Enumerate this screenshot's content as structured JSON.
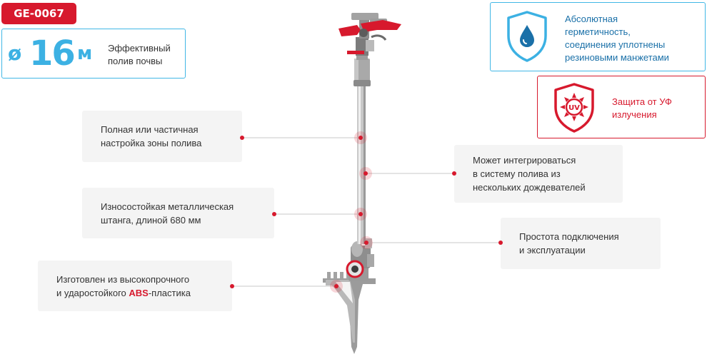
{
  "badge": {
    "model": "GE-0067"
  },
  "radius": {
    "symbol": "ø",
    "value": "16",
    "unit": "м",
    "desc_line1": "Эффективный",
    "desc_line2": "полив почвы"
  },
  "features": {
    "sealing": {
      "icon": "water-drop-shield-icon",
      "line1": "Абсолютная",
      "line2": "герметичность,",
      "line3": "соединения уплотнены",
      "line4": "резиновыми манжетами"
    },
    "uv": {
      "icon": "uv-sun-shield-icon",
      "icon_label": "UV",
      "line1": "Защита от УФ",
      "line2": "излучения"
    }
  },
  "callouts": {
    "zone": {
      "line1": "Полная или частичная",
      "line2": "настройка зоны полива"
    },
    "integrate": {
      "line1": "Может интегрироваться",
      "line2": "в систему полива из",
      "line3": "нескольких дождевателей"
    },
    "rod": {
      "line1": "Износостойкая металлическая",
      "line2": "штанга, длиной 680 мм"
    },
    "simple": {
      "line1": "Простота подключения",
      "line2": "и эксплуатации"
    },
    "material": {
      "line1": "Изготовлен из высокопрочного",
      "line2_pre": "и ударостойкого ",
      "line2_red": "ABS",
      "line2_post": "-пластика"
    }
  },
  "colors": {
    "brand_red": "#d7192d",
    "accent_blue": "#3cb1e3",
    "card_bg": "#f4f4f4"
  }
}
